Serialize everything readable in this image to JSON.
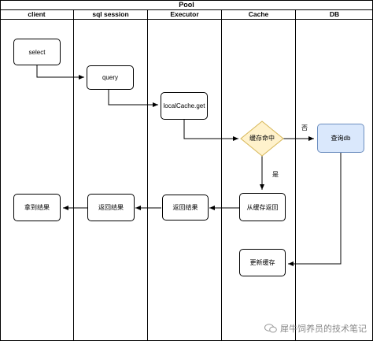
{
  "pool": {
    "title": "Pool"
  },
  "lanes": [
    {
      "id": "client",
      "label": "client"
    },
    {
      "id": "sql-session",
      "label": "sql session"
    },
    {
      "id": "executor",
      "label": "Executor"
    },
    {
      "id": "cache",
      "label": "Cache"
    },
    {
      "id": "db",
      "label": "DB"
    }
  ],
  "nodes": {
    "select": "select",
    "query": "query",
    "localcache_get": "localCache.get",
    "cache_hit": "缓存命中",
    "query_db": "查询db",
    "return_from_cache": "从缓存返回",
    "executor_return": "返回结果",
    "session_return": "返回结果",
    "client_result": "拿到结果",
    "update_cache": "更新缓存"
  },
  "edge_labels": {
    "no": "否",
    "yes": "是"
  },
  "watermark": {
    "text": "犀牛饲养员的技术笔记"
  },
  "colors": {
    "db_fill": "#dae8fc",
    "db_stroke": "#6c8ebf",
    "decision_fill": "#fff2cc",
    "decision_stroke": "#d6b656"
  }
}
